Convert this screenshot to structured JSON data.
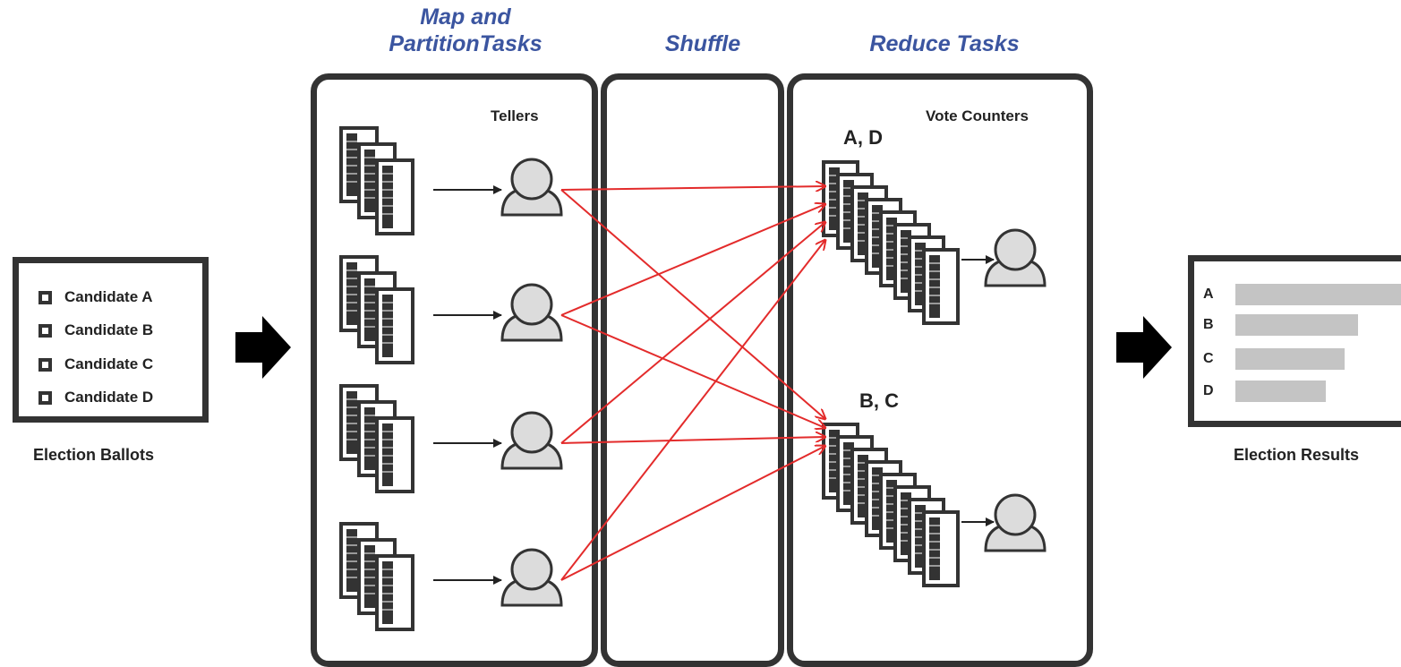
{
  "stages": {
    "map_title_line1": "Map and",
    "map_title_line2": "PartitionTasks",
    "shuffle_title": "Shuffle",
    "reduce_title": "Reduce Tasks"
  },
  "map_panel": {
    "label": "Tellers"
  },
  "reduce_panel": {
    "label": "Vote Counters",
    "groups": [
      {
        "label": "A, D"
      },
      {
        "label": "B, C"
      }
    ]
  },
  "ballot": {
    "caption": "Election Ballots",
    "candidates": [
      "Candidate A",
      "Candidate B",
      "Candidate C",
      "Candidate D"
    ]
  },
  "results": {
    "caption": "Election Results",
    "rows": [
      {
        "letter": "A",
        "value": 1.0
      },
      {
        "letter": "B",
        "value": 0.72
      },
      {
        "letter": "C",
        "value": 0.64
      },
      {
        "letter": "D",
        "value": 0.53
      }
    ]
  },
  "colors": {
    "outline": "#333333",
    "title": "#3b55a0",
    "shuffle_arrow": "#e32b2b",
    "person_fill": "#dcdcdc",
    "bar_fill": "#c4c4c4"
  },
  "icons": {
    "teller": "person-icon",
    "ballot_stack": "document-stack-icon",
    "flow_arrow": "right-arrow-icon"
  }
}
